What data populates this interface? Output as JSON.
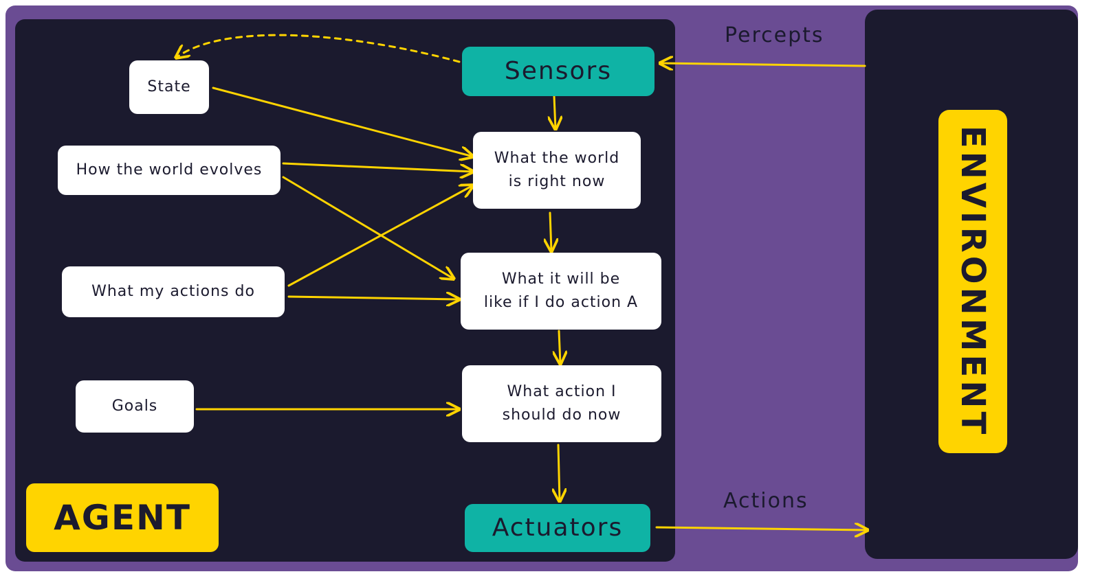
{
  "labels": {
    "agent": "AGENT",
    "environment": "ENVIRONMENT",
    "percepts": "Percepts",
    "actions": "Actions"
  },
  "nodes": {
    "sensors": "Sensors",
    "actuators": "Actuators",
    "state": "State",
    "world_evolves": "How the world evolves",
    "my_actions": "What my actions do",
    "goals": "Goals",
    "world_now_1": "What the world",
    "world_now_2": "is right now",
    "if_action_1": "What it will be",
    "if_action_2": "like if I do action A",
    "action_now_1": "What action I",
    "action_now_2": "should do now"
  },
  "colors": {
    "frame": "#6a4c93",
    "panel": "#1b1a2e",
    "accent": "#ffd400",
    "teal": "#0fb3a5",
    "node": "#ffffff"
  }
}
